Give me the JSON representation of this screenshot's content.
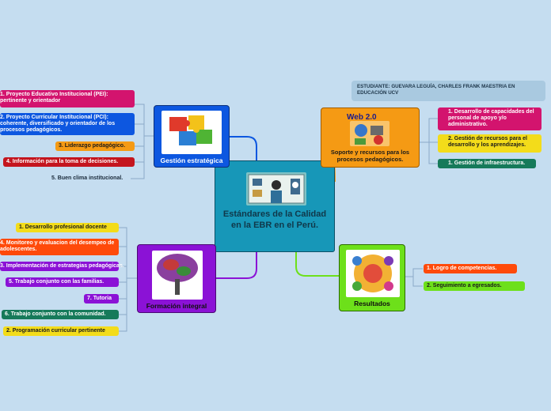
{
  "central": {
    "title": "Estándares de la Calidad en la EBR en el Perú."
  },
  "topics": {
    "gestion": {
      "label": "Gestión estratégica"
    },
    "web": {
      "title": "Web 2.0",
      "label": "Soporte y recursos para los procesos pedagógicos."
    },
    "formacion": {
      "label": "Formación integral"
    },
    "resultados": {
      "label": "Resultados"
    }
  },
  "gestion_items": [
    "1. Proyecto Educativo Institucional (PEI): pertinente y orientador",
    "2. Proyecto Curricular Institucional (PCI): coherente, diversificado y orientador de los procesos pedagógicos.",
    "3. Liderazgo pedagógico.",
    "4. Información para la toma de decisiones.",
    "5. Buen clima institucional."
  ],
  "web_items": [
    "1. Desarrollo de capacidades del personal de apoyo y/o administrativo.",
    "2. Gestión de recursos para el desarrollo y los aprendizajes.",
    "1. Gestión de infraestructura."
  ],
  "formacion_items": [
    "1. Desarrollo profesional docente",
    "4. Monitoreo y evaluacion del desempeo de adolescentes.",
    "3. Implementación de estrategias pedagógicas.",
    "5. Trabajo conjunto con las familias.",
    "7. Tutoria",
    "6. Trabajo conjunto con la comunidad.",
    "2. Programación curricular pertinente"
  ],
  "resultados_items": [
    "1. Logro de competencias.",
    "2. Seguimiento a egresados."
  ],
  "note": "ESTUDIANTE: GUEVARA LEGUÍA, CHARLES FRANK     MAESTRIA EN EDUCACIÓN UCV",
  "colors": {
    "background": "#c5ddf0",
    "central": "#1797b8",
    "gestion": "#0d57e0",
    "web": "#f59a14",
    "formacion": "#8b12d6",
    "resultados": "#6de01a"
  },
  "icons": [
    "puzzle-image",
    "web-tools-image",
    "teacher-board-image",
    "word-tree-image",
    "children-circle-image"
  ]
}
